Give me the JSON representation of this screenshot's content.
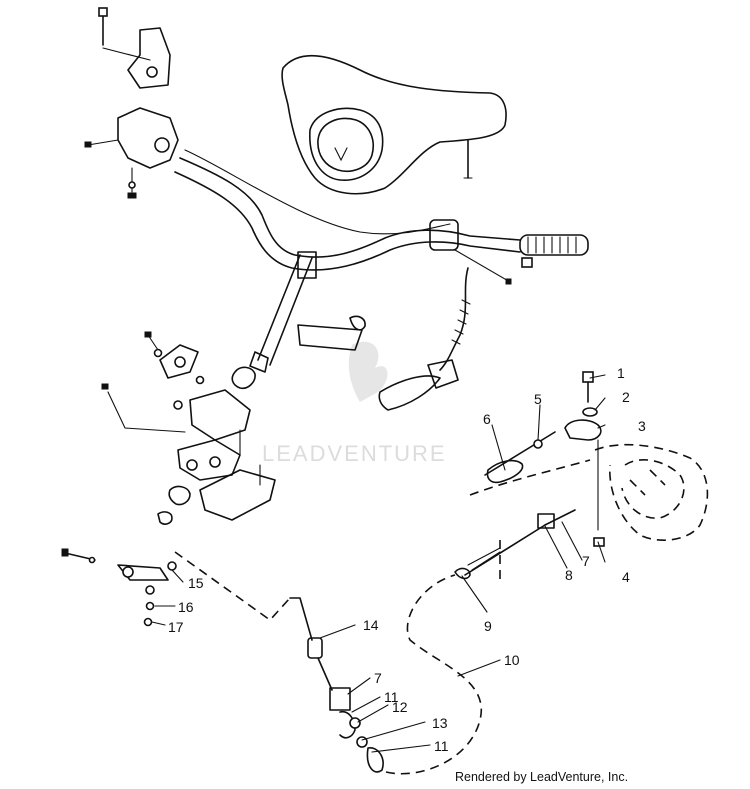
{
  "callouts": {
    "c1": "1",
    "c2": "2",
    "c3": "3",
    "c4": "4",
    "c5": "5",
    "c6": "6",
    "c7a": "7",
    "c7b": "7",
    "c8": "8",
    "c9": "9",
    "c10": "10",
    "c11a": "11",
    "c11b": "11",
    "c12": "12",
    "c13": "13",
    "c14": "14",
    "c15": "15",
    "c16": "16",
    "c17": "17"
  },
  "watermark": {
    "text": "LEADVENTURE"
  },
  "credit": {
    "text": "Rendered by LeadVenture, Inc."
  }
}
